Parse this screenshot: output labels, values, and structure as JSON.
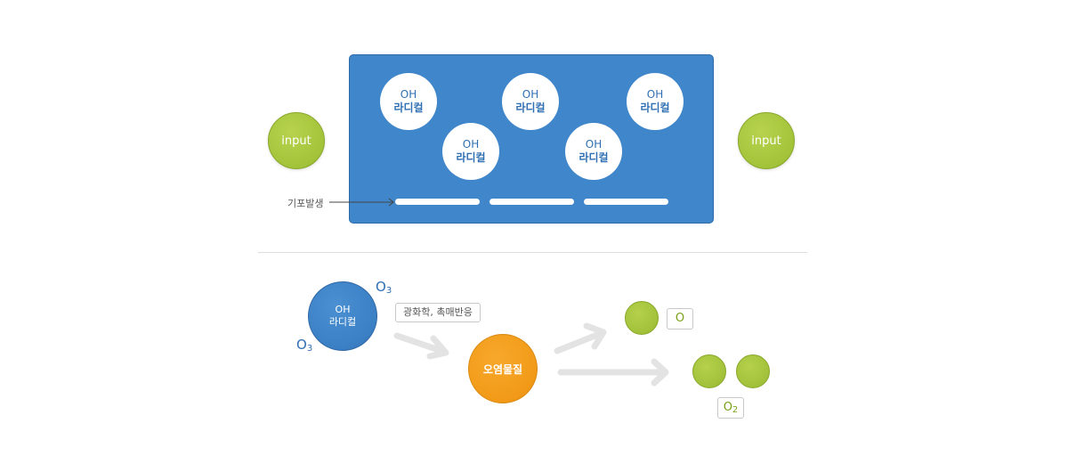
{
  "tank": {
    "radicals": [
      {
        "line1": "OH",
        "line2": "라디컬"
      },
      {
        "line1": "OH",
        "line2": "라디컬"
      },
      {
        "line1": "OH",
        "line2": "라디컬"
      },
      {
        "line1": "OH",
        "line2": "라디컬"
      },
      {
        "line1": "OH",
        "line2": "라디컬"
      }
    ],
    "bubble_label": "기포발생"
  },
  "inputs": {
    "left": "input",
    "right": "input"
  },
  "reaction": {
    "oh": {
      "line1": "OH",
      "line2": "라디컬"
    },
    "o3_top": {
      "symbol": "O",
      "sub": "3"
    },
    "o3_left": {
      "symbol": "O",
      "sub": "3"
    },
    "process_tag": "광화학, 촉매반응",
    "pollutant": "오염물질",
    "product_o": "O",
    "product_o2": {
      "symbol": "O",
      "sub": "2"
    }
  },
  "colors": {
    "tank_blue": "#3f86cb",
    "input_green": "#a3c33a",
    "pollutant_orange": "#f29a18",
    "arrow_gray": "#e3e3e3"
  }
}
